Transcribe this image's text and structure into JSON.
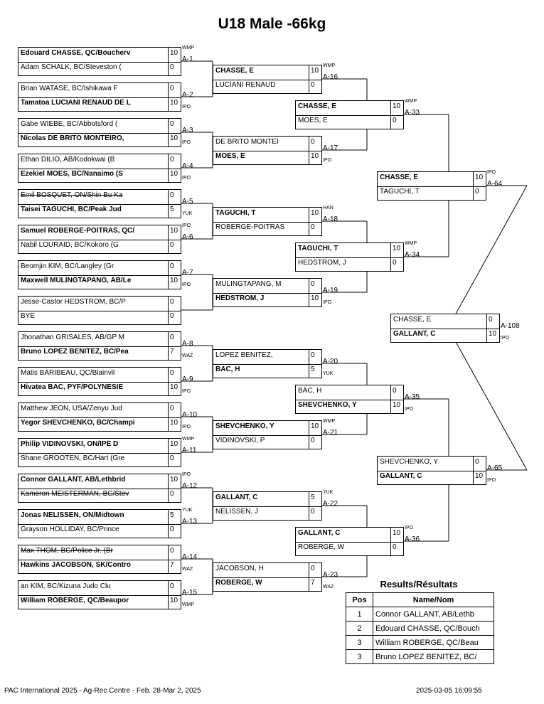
{
  "title": "U18 Male -66kg",
  "round1": [
    {
      "p1": {
        "name": "Edouard CHASSE, QC/Boucherv",
        "score": "10",
        "style": "w"
      },
      "p2": {
        "name": "Adam SCHALK, BC/Steveston (",
        "score": "0",
        "style": ""
      },
      "match": "A-1",
      "win": "WMP",
      "winSide": "top"
    },
    {
      "p1": {
        "name": "Brian WATASE, BC/Ishikawa F",
        "score": "0",
        "style": ""
      },
      "p2": {
        "name": "Tamatoa LUCIANI RENAUD DE L",
        "score": "10",
        "style": "w"
      },
      "match": "A-2",
      "win": "IPO",
      "winSide": "bottom"
    },
    {
      "p1": {
        "name": "Gabe WIEBE, BC/Abbotsford (",
        "score": "0",
        "style": ""
      },
      "p2": {
        "name": "Nicolas DE BRITO MONTEIRO,",
        "score": "10",
        "style": "w"
      },
      "match": "A-3",
      "win": "IPO",
      "winSide": "bottom"
    },
    {
      "p1": {
        "name": "Ethan DILIO, AB/Kodokwai (B",
        "score": "0",
        "style": ""
      },
      "p2": {
        "name": "Ezekiel MOES, BC/Nanaimo (S",
        "score": "10",
        "style": "w"
      },
      "match": "A-4",
      "win": "IPO",
      "winSide": "bottom"
    },
    {
      "p1": {
        "name": "Emil BOSQUET, ON/Shin Bu Ka",
        "score": "0",
        "style": "s"
      },
      "p2": {
        "name": "Taisei TAGUCHI, BC/Peak Jud",
        "score": "5",
        "style": "w"
      },
      "match": "A-5",
      "win": "YUK",
      "winSide": "bottom"
    },
    {
      "p1": {
        "name": "Samuel ROBERGE-POITRAS, QC/",
        "score": "10",
        "style": "w"
      },
      "p2": {
        "name": "Nabil LOURAID, BC/Kokoro (G",
        "score": "0",
        "style": ""
      },
      "match": "A-6",
      "win": "IPO",
      "winSide": "top"
    },
    {
      "p1": {
        "name": "Beomjin KIM, BC/Langley (Gr",
        "score": "0",
        "style": ""
      },
      "p2": {
        "name": "Maxwell MULINGTAPANG, AB/Le",
        "score": "10",
        "style": "w"
      },
      "match": "A-7",
      "win": "IPO",
      "winSide": "bottom"
    },
    {
      "p1": {
        "name": "Jesse-Castor HEDSTROM, BC/P",
        "score": "0",
        "style": ""
      },
      "p2": {
        "name": "BYE",
        "score": "0",
        "style": ""
      },
      "match": "",
      "win": "",
      "winSide": "top"
    },
    {
      "p1": {
        "name": "Jhonathan GRISALES, AB/GP M",
        "score": "0",
        "style": ""
      },
      "p2": {
        "name": "Bruno LOPEZ BENITEZ, BC/Pea",
        "score": "7",
        "style": "w"
      },
      "match": "A-8",
      "win": "WAZ",
      "winSide": "bottom"
    },
    {
      "p1": {
        "name": "Matis BARIBEAU, QC/Blainvil",
        "score": "0",
        "style": ""
      },
      "p2": {
        "name": "Hivatea BAC, PYF/POLYNESIE",
        "score": "10",
        "style": "w"
      },
      "match": "A-9",
      "win": "IPO",
      "winSide": "bottom"
    },
    {
      "p1": {
        "name": "Matthew JEON, USA/Zenyu Jud",
        "score": "0",
        "style": ""
      },
      "p2": {
        "name": "Yegor SHEVCHENKO, BC/Champi",
        "score": "10",
        "style": "w"
      },
      "match": "A-10",
      "win": "IPO",
      "winSide": "bottom"
    },
    {
      "p1": {
        "name": "Philip VIDINOVSKI, ON/IPÉ D",
        "score": "10",
        "style": "w"
      },
      "p2": {
        "name": "Shane GROOTEN, BC/Hart (Gre",
        "score": "0",
        "style": ""
      },
      "match": "A-11",
      "win": "WMP",
      "winSide": "top"
    },
    {
      "p1": {
        "name": "Connor GALLANT, AB/Lethbrid",
        "score": "10",
        "style": "w"
      },
      "p2": {
        "name": "Kameron MEISTERMAN, BC/Stev",
        "score": "0",
        "style": "s"
      },
      "match": "A-12",
      "win": "IPO",
      "winSide": "top"
    },
    {
      "p1": {
        "name": "Jonas NELISSEN, ON/Midtown",
        "score": "5",
        "style": "w"
      },
      "p2": {
        "name": "Grayson HOLLIDAY, BC/Prince",
        "score": "0",
        "style": ""
      },
      "match": "A-13",
      "win": "YUK",
      "winSide": "top"
    },
    {
      "p1": {
        "name": "Max THOM, BC/Police Jr. (Br",
        "score": "0",
        "style": "s"
      },
      "p2": {
        "name": "Hawkins JACOBSON, SK/Contro",
        "score": "7",
        "style": "w"
      },
      "match": "A-14",
      "win": "WAZ",
      "winSide": "bottom"
    },
    {
      "p1": {
        "name": "an KIM, BC/Kizuna Judo Clu",
        "score": "0",
        "style": ""
      },
      "p2": {
        "name": "William ROBERGE, QC/Beaupor",
        "score": "10",
        "style": "w"
      },
      "match": "A-15",
      "win": "WMP",
      "winSide": "bottom"
    }
  ],
  "round2": [
    {
      "p1": {
        "name": "CHASSE, E",
        "score": "10",
        "style": "w"
      },
      "p2": {
        "name": "LUCIANI RENAUD",
        "score": "0",
        "style": ""
      },
      "match": "A-16",
      "win": "WMP",
      "winSide": "top"
    },
    {
      "p1": {
        "name": "DE BRITO MONTEI",
        "score": "0",
        "style": ""
      },
      "p2": {
        "name": "MOES, E",
        "score": "10",
        "style": "w"
      },
      "match": "A-17",
      "win": "IPO",
      "winSide": "bottom"
    },
    {
      "p1": {
        "name": "TAGUCHI, T",
        "score": "10",
        "style": "w"
      },
      "p2": {
        "name": "ROBERGE-POITRAS",
        "score": "0",
        "style": ""
      },
      "match": "A-18",
      "win": "HAN",
      "winSide": "top"
    },
    {
      "p1": {
        "name": "MULINGTAPANG, M",
        "score": "0",
        "style": ""
      },
      "p2": {
        "name": "HEDSTROM, J",
        "score": "10",
        "style": "w"
      },
      "match": "A-19",
      "win": "IPO",
      "winSide": "bottom"
    },
    {
      "p1": {
        "name": "LOPEZ BENITEZ,",
        "score": "0",
        "style": ""
      },
      "p2": {
        "name": "BAC, H",
        "score": "5",
        "style": "w"
      },
      "match": "A-20",
      "win": "YUK",
      "winSide": "bottom"
    },
    {
      "p1": {
        "name": "SHEVCHENKO, Y",
        "score": "10",
        "style": "w"
      },
      "p2": {
        "name": "VIDINOVSKI, P",
        "score": "0",
        "style": ""
      },
      "match": "A-21",
      "win": "WMP",
      "winSide": "top"
    },
    {
      "p1": {
        "name": "GALLANT, C",
        "score": "5",
        "style": "w"
      },
      "p2": {
        "name": "NELISSEN, J",
        "score": "0",
        "style": ""
      },
      "match": "A-22",
      "win": "YUK",
      "winSide": "top"
    },
    {
      "p1": {
        "name": "JACOBSON, H",
        "score": "0",
        "style": ""
      },
      "p2": {
        "name": "ROBERGE, W",
        "score": "7",
        "style": "w"
      },
      "match": "A-23",
      "win": "WAZ",
      "winSide": "bottom"
    }
  ],
  "round3": [
    {
      "p1": {
        "name": "CHASSE, E",
        "score": "10",
        "style": "w"
      },
      "p2": {
        "name": "MOES, E",
        "score": "0",
        "style": ""
      },
      "match": "A-33",
      "win": "WMP",
      "winSide": "top"
    },
    {
      "p1": {
        "name": "TAGUCHI, T",
        "score": "10",
        "style": "w"
      },
      "p2": {
        "name": "HEDSTROM, J",
        "score": "0",
        "style": ""
      },
      "match": "A-34",
      "win": "WMP",
      "winSide": "top"
    },
    {
      "p1": {
        "name": "BAC, H",
        "score": "0",
        "style": ""
      },
      "p2": {
        "name": "SHEVCHENKO, Y",
        "score": "10",
        "style": "w"
      },
      "match": "A-35",
      "win": "IPO",
      "winSide": "bottom"
    },
    {
      "p1": {
        "name": "GALLANT, C",
        "score": "10",
        "style": "w"
      },
      "p2": {
        "name": "ROBERGE, W",
        "score": "0",
        "style": ""
      },
      "match": "A-36",
      "win": "IPO",
      "winSide": "top"
    }
  ],
  "round4": [
    {
      "p1": {
        "name": "CHASSE, E",
        "score": "10",
        "style": "w"
      },
      "p2": {
        "name": "TAGUCHI, T",
        "score": "0",
        "style": ""
      },
      "match": "A-64",
      "win": "IPO",
      "winSide": "top"
    },
    {
      "p1": {
        "name": "SHEVCHENKO, Y",
        "score": "0",
        "style": ""
      },
      "p2": {
        "name": "GALLANT, C",
        "score": "10",
        "style": "w"
      },
      "match": "A-65",
      "win": "IPO",
      "winSide": "bottom"
    }
  ],
  "final": {
    "p1": {
      "name": "CHASSE, E",
      "score": "0",
      "style": ""
    },
    "p2": {
      "name": "GALLANT, C",
      "score": "10",
      "style": "w"
    },
    "match": "A-108",
    "win": "IPO",
    "winSide": "bottom"
  },
  "results": {
    "title": "Results/Résultats",
    "headers": [
      "Pos",
      "Name/Nom"
    ],
    "rows": [
      {
        "pos": "1",
        "name": "Connor GALLANT, AB/Lethb"
      },
      {
        "pos": "2",
        "name": "Edouard CHASSE, QC/Bouch"
      },
      {
        "pos": "3",
        "name": "William ROBERGE, QC/Beau"
      },
      {
        "pos": "3",
        "name": "Bruno LOPEZ BENITEZ, BC/"
      }
    ]
  },
  "footer": {
    "left": "PAC International 2025 - Ag-Rec Centre - Feb. 28-Mar 2, 2025",
    "right": "2025-03-05 16:09:55"
  }
}
